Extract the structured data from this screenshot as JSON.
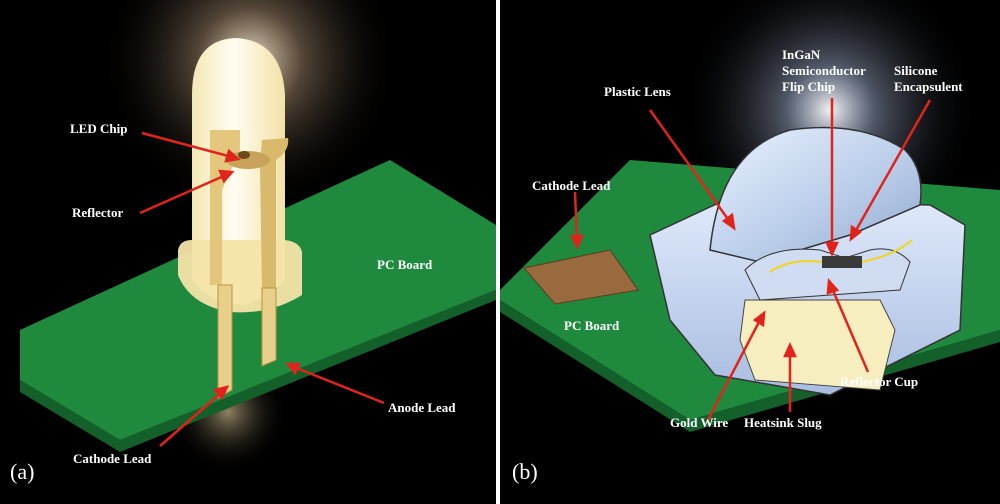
{
  "panel_a": {
    "letter": "(a)",
    "labels": {
      "led_chip": "LED Chip",
      "reflector": "Reflector",
      "pc_board": "PC Board",
      "anode_lead": "Anode Lead",
      "cathode_lead": "Cathode Lead"
    }
  },
  "panel_b": {
    "letter": "(b)",
    "labels": {
      "plastic_lens": "Plastic Lens",
      "ingan_line1": "InGaN",
      "ingan_line2": "Semiconductor",
      "ingan_line3": "Flip Chip",
      "silicone_line1": "Silicone",
      "silicone_line2": "Encapsulent",
      "cathode_lead": "Cathode Lead",
      "pc_board": "PC Board",
      "reflector_cup": "Reflector Cup",
      "gold_wire": "Gold Wire",
      "heatsink_slug": "Heatsink Slug"
    }
  },
  "colors": {
    "background": "#000000",
    "board_green": "#1f8a3e",
    "arrow_red": "#e0241b",
    "label_white": "#ffffff",
    "lead_copper": "#9a6a3f"
  }
}
